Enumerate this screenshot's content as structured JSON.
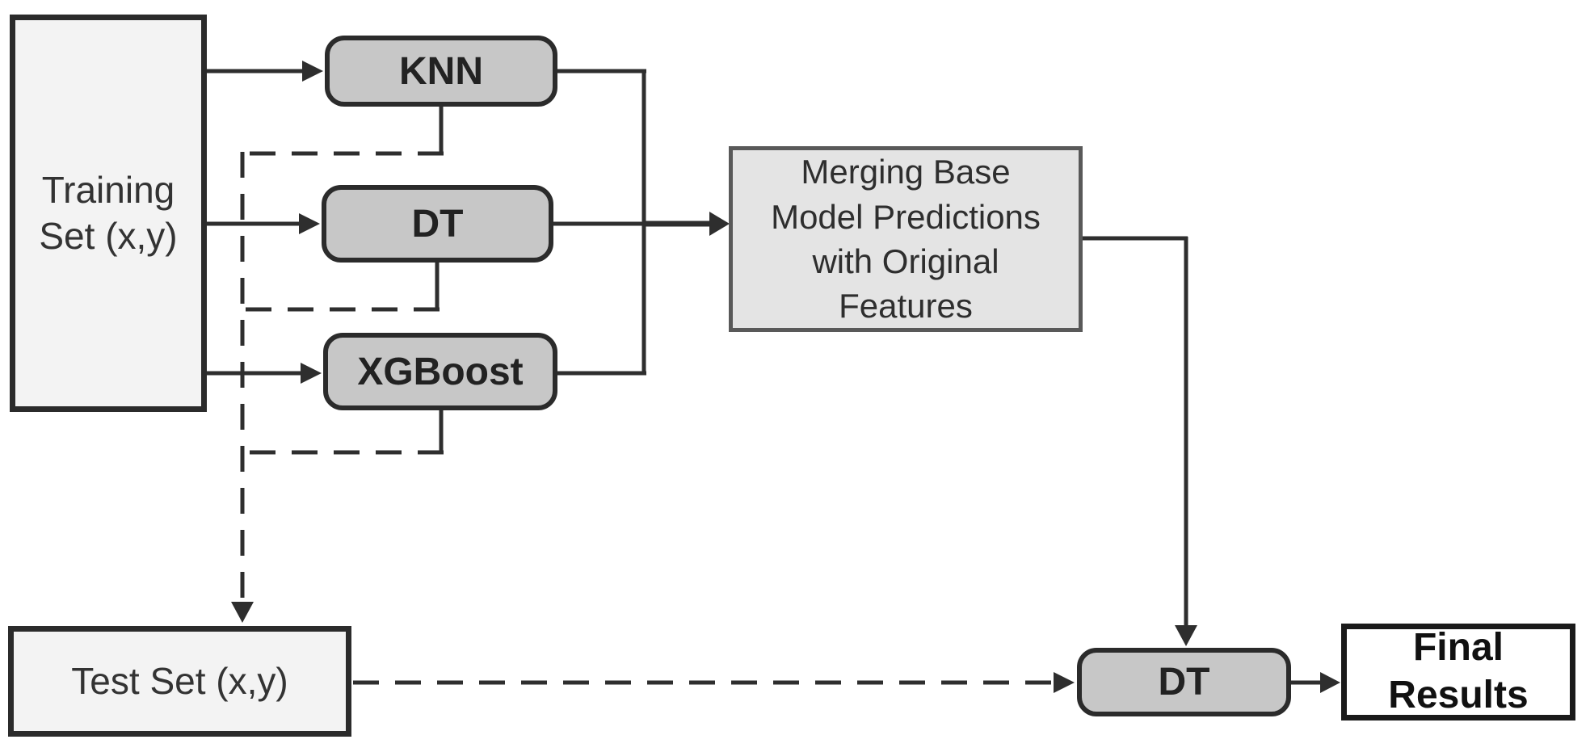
{
  "diagram": {
    "type": "flowchart",
    "nodes": {
      "training_set": {
        "lines": [
          "Training",
          "Set (x,y)"
        ]
      },
      "knn": {
        "label": "KNN"
      },
      "dt_base": {
        "label": "DT"
      },
      "xgboost": {
        "label": "XGBoost"
      },
      "merging": {
        "lines": [
          "Merging Base",
          "Model Predictions",
          "with Original",
          "Features"
        ]
      },
      "test_set": {
        "label": "Test Set (x,y)"
      },
      "dt_meta": {
        "label": "DT"
      },
      "final_results": {
        "lines": [
          "Final",
          "Results"
        ]
      }
    },
    "colors": {
      "background": "#ffffff",
      "model_node_fill": "#c7c7c7",
      "dataset_node_fill": "#f3f3f3",
      "merging_node_fill": "#e4e4e4",
      "final_node_fill": "#ffffff",
      "node_border": "#2b2b2b",
      "merging_border": "#595959",
      "connector": "#2e2e2e",
      "text": "#2a2a2a"
    }
  }
}
